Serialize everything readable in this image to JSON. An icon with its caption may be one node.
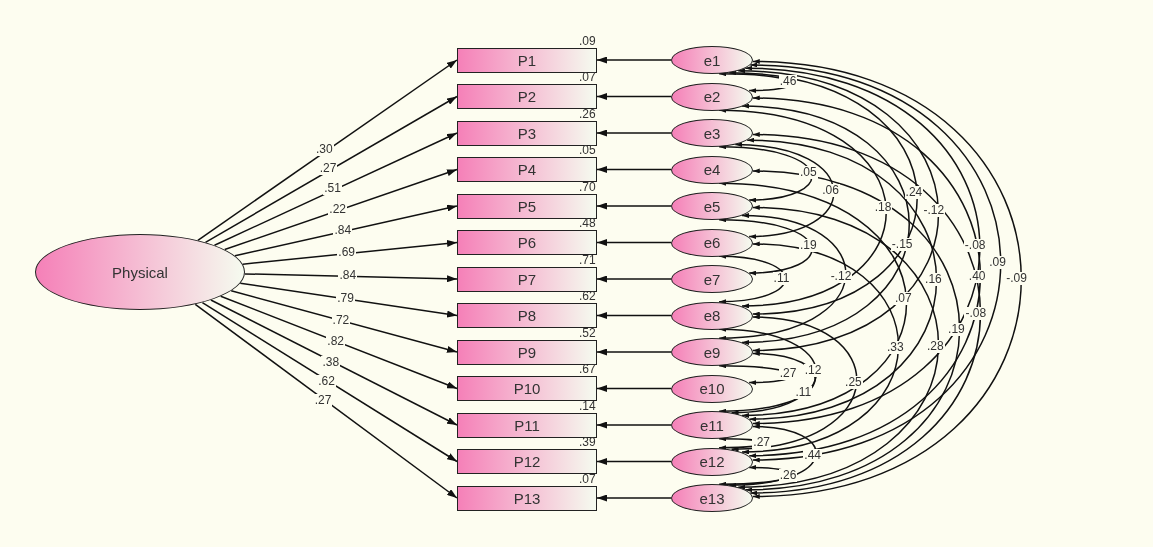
{
  "diagram": {
    "nodes": [
      {
        "text": [
          "Physical"
        ]
      },
      {
        "text": [
          "P1"
        ],
        "beside": [
          ".09"
        ]
      },
      {
        "text": [
          "P2"
        ],
        "beside": [
          ".07"
        ]
      },
      {
        "text": [
          "P3"
        ],
        "beside": [
          ".26"
        ]
      },
      {
        "text": [
          "P4"
        ],
        "beside": [
          ".05"
        ]
      },
      {
        "text": [
          "P5"
        ],
        "beside": [
          ".70"
        ]
      },
      {
        "text": [
          "P6"
        ],
        "beside": [
          ".48"
        ]
      },
      {
        "text": [
          "P7"
        ],
        "beside": [
          ".71"
        ]
      },
      {
        "text": [
          "P8"
        ],
        "beside": [
          ".62"
        ]
      },
      {
        "text": [
          "P9"
        ],
        "beside": [
          ".52"
        ]
      },
      {
        "text": [
          "P10"
        ],
        "beside": [
          ".67"
        ]
      },
      {
        "text": [
          "P11"
        ],
        "beside": [
          ".14"
        ]
      },
      {
        "text": [
          "P12"
        ],
        "beside": [
          ".39"
        ]
      },
      {
        "text": [
          "P13"
        ],
        "beside": [
          ".07"
        ]
      },
      {
        "text": [
          "e1"
        ]
      },
      {
        "text": [
          "e2"
        ]
      },
      {
        "text": [
          "e3"
        ]
      },
      {
        "text": [
          "e4"
        ]
      },
      {
        "text": [
          "e5"
        ]
      },
      {
        "text": [
          "e6"
        ]
      },
      {
        "text": [
          "e7"
        ]
      },
      {
        "text": [
          "e8"
        ]
      },
      {
        "text": [
          "e9"
        ]
      },
      {
        "text": [
          "e10"
        ]
      },
      {
        "text": [
          "e11"
        ]
      },
      {
        "text": [
          "e12"
        ]
      },
      {
        "text": [
          "e13"
        ]
      }
    ],
    "edges": [
      {
        "from": 0,
        "to": 1,
        "arrow": "to",
        "label": ".30"
      },
      {
        "from": 0,
        "to": 2,
        "arrow": "to",
        "label": ".27"
      },
      {
        "from": 0,
        "to": 3,
        "arrow": "to",
        "label": ".51"
      },
      {
        "from": 0,
        "to": 4,
        "arrow": "to",
        "label": ".22"
      },
      {
        "from": 0,
        "to": 5,
        "arrow": "to",
        "label": ".84"
      },
      {
        "from": 0,
        "to": 6,
        "arrow": "to",
        "label": ".69"
      },
      {
        "from": 0,
        "to": 7,
        "arrow": "to",
        "label": ".84"
      },
      {
        "from": 0,
        "to": 8,
        "arrow": "to",
        "label": ".79"
      },
      {
        "from": 0,
        "to": 9,
        "arrow": "to",
        "label": ".72"
      },
      {
        "from": 0,
        "to": 10,
        "arrow": "to",
        "label": ".82"
      },
      {
        "from": 0,
        "to": 11,
        "arrow": "to",
        "label": ".38"
      },
      {
        "from": 0,
        "to": 12,
        "arrow": "to",
        "label": ".62"
      },
      {
        "from": 0,
        "to": 13,
        "arrow": "to",
        "label": ".27"
      },
      {
        "from": 14,
        "to": 1,
        "arrow": "to"
      },
      {
        "from": 15,
        "to": 2,
        "arrow": "to"
      },
      {
        "from": 16,
        "to": 3,
        "arrow": "to"
      },
      {
        "from": 17,
        "to": 4,
        "arrow": "to"
      },
      {
        "from": 18,
        "to": 5,
        "arrow": "to"
      },
      {
        "from": 19,
        "to": 6,
        "arrow": "to"
      },
      {
        "from": 20,
        "to": 7,
        "arrow": "to"
      },
      {
        "from": 21,
        "to": 8,
        "arrow": "to"
      },
      {
        "from": 22,
        "to": 9,
        "arrow": "to"
      },
      {
        "from": 23,
        "to": 10,
        "arrow": "to"
      },
      {
        "from": 24,
        "to": 11,
        "arrow": "to"
      },
      {
        "from": 25,
        "to": 12,
        "arrow": "to"
      },
      {
        "from": 26,
        "to": 13,
        "arrow": "to"
      },
      {
        "from": 14,
        "to": 15,
        "arrow": "both",
        "label": ".46"
      },
      {
        "from": 14,
        "to": 21,
        "arrow": "both",
        "label": ".24"
      },
      {
        "from": 16,
        "to": 19,
        "arrow": "both",
        "label": ".06"
      },
      {
        "from": 16,
        "to": 18,
        "arrow": "both",
        "label": ".05"
      },
      {
        "from": 15,
        "to": 21,
        "arrow": "both",
        "label": ".18"
      },
      {
        "from": 14,
        "to": 22,
        "arrow": "both",
        "label": "-.12"
      },
      {
        "from": 14,
        "to": 24,
        "arrow": "both",
        "label": "-.08"
      },
      {
        "from": 15,
        "to": 22,
        "arrow": "both",
        "label": "-.15"
      },
      {
        "from": 16,
        "to": 24,
        "arrow": "both",
        "label": ".16"
      },
      {
        "from": 14,
        "to": 25,
        "arrow": "both",
        "label": ".09"
      },
      {
        "from": 15,
        "to": 25,
        "arrow": "both",
        "label": ".40"
      },
      {
        "from": 14,
        "to": 26,
        "arrow": "both",
        "label": "-.09"
      },
      {
        "from": 18,
        "to": 20,
        "arrow": "both",
        "label": ".19"
      },
      {
        "from": 19,
        "to": 21,
        "arrow": "both",
        "label": ".11"
      },
      {
        "from": 18,
        "to": 22,
        "arrow": "both",
        "label": "-.12"
      },
      {
        "from": 16,
        "to": 26,
        "arrow": "both",
        "label": "-.08"
      },
      {
        "from": 17,
        "to": 24,
        "arrow": "both",
        "label": ".07"
      },
      {
        "from": 17,
        "to": 26,
        "arrow": "both",
        "label": ".19"
      },
      {
        "from": 21,
        "to": 24,
        "arrow": "both",
        "label": ".12"
      },
      {
        "from": 19,
        "to": 25,
        "arrow": "both",
        "label": ".33"
      },
      {
        "from": 22,
        "to": 23,
        "arrow": "both",
        "label": ".27"
      },
      {
        "from": 22,
        "to": 24,
        "arrow": "both",
        "label": ".11"
      },
      {
        "from": 18,
        "to": 26,
        "arrow": "both",
        "label": ".28"
      },
      {
        "from": 21,
        "to": 25,
        "arrow": "both",
        "label": ".25"
      },
      {
        "from": 24,
        "to": 25,
        "arrow": "both",
        "label": ".27"
      },
      {
        "from": 24,
        "to": 26,
        "arrow": "both",
        "label": ".44"
      },
      {
        "from": 25,
        "to": 26,
        "arrow": "both",
        "label": ".26"
      }
    ]
  }
}
